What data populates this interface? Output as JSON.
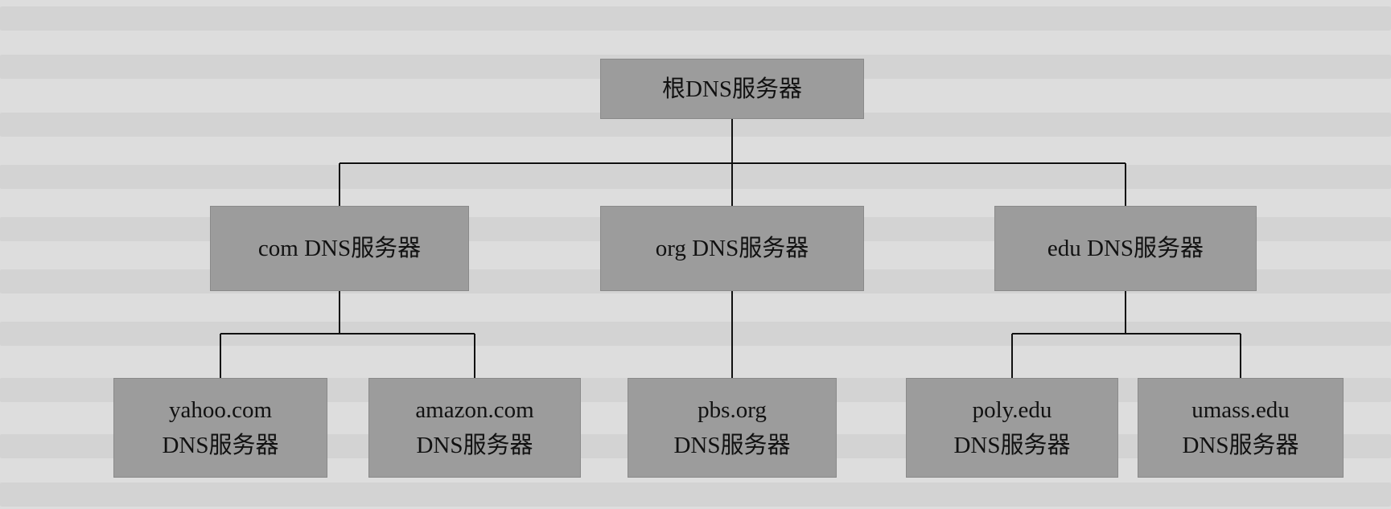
{
  "diagram": {
    "root": {
      "line1": "根DNS服务器"
    },
    "tld": [
      {
        "line1": "com DNS服务器"
      },
      {
        "line1": "org DNS服务器"
      },
      {
        "line1": "edu DNS服务器"
      }
    ],
    "authoritative": [
      {
        "line1": "yahoo.com",
        "line2": "DNS服务器"
      },
      {
        "line1": "amazon.com",
        "line2": "DNS服务器"
      },
      {
        "line1": "pbs.org",
        "line2": "DNS服务器"
      },
      {
        "line1": "poly.edu",
        "line2": "DNS服务器"
      },
      {
        "line1": "umass.edu",
        "line2": "DNS服务器"
      }
    ]
  },
  "colors": {
    "background": "#dddddd",
    "node_fill": "#9c9c9c",
    "line": "#111111",
    "text": "#111111"
  }
}
